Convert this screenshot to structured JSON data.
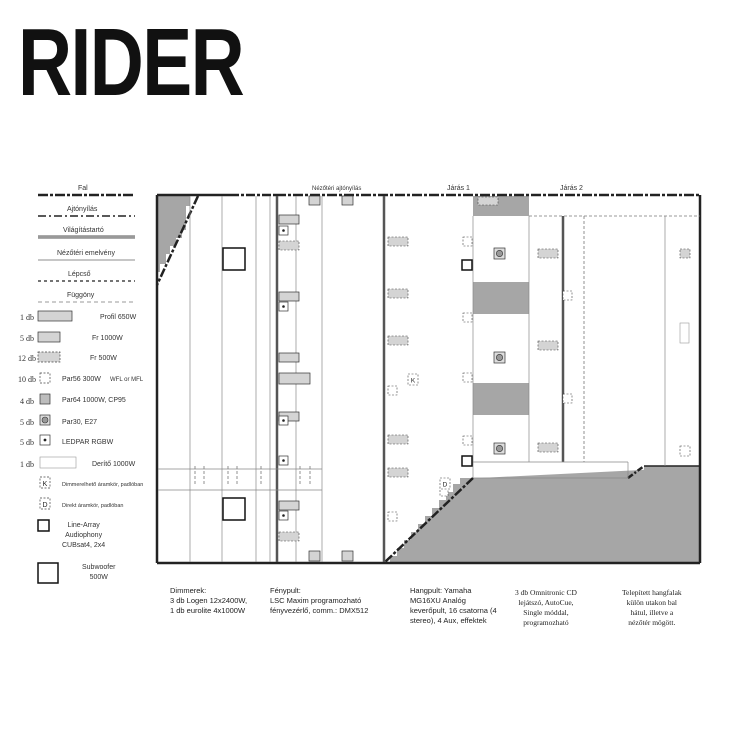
{
  "title": "RIDER",
  "legend": {
    "lines": [
      {
        "label": "Fal"
      },
      {
        "label": "Ajtónyílás"
      },
      {
        "label": "Világítástartó"
      },
      {
        "label": "Nézőtéri emelvény"
      },
      {
        "label": "Lépcső"
      },
      {
        "label": "Függöny"
      }
    ],
    "items": [
      {
        "count": "1 db",
        "label": "Profil 650W",
        "icon": "profile-650w-icon"
      },
      {
        "count": "5 db",
        "label": "Fr 1000W",
        "icon": "fresnel-1000w-icon"
      },
      {
        "count": "12 db",
        "label": "Fr 500W",
        "icon": "fresnel-500w-icon"
      },
      {
        "count": "10 db",
        "label": "Par56 300W",
        "extra": "WFL or MFL",
        "icon": "par56-icon"
      },
      {
        "count": "4 db",
        "label": "Par64 1000W, CP95",
        "icon": "par64-icon"
      },
      {
        "count": "5 db",
        "label": "Par30, E27",
        "icon": "par30-icon"
      },
      {
        "count": "5 db",
        "label": "LEDPAR RGBW",
        "icon": "ledpar-icon"
      },
      {
        "count": "1 db",
        "label": "Derítő 1000W",
        "icon": "floodlight-icon"
      },
      {
        "count": "",
        "label": "Dimmerelhető áramkör, padlóban",
        "symbol": "K",
        "icon": "dimmer-circuit-icon"
      },
      {
        "count": "",
        "label": "Direkt áramkör, padlóban",
        "symbol": "D",
        "icon": "direct-circuit-icon"
      }
    ],
    "line_array": "Line-Array\nAudiophony\nCUBsat4, 2x4",
    "subwoofer": "Subwoofer\n500W"
  },
  "plan": {
    "door_label": "Nézőtéri ajtónyílás",
    "aisle1": "Járás 1",
    "aisle2": "Járás 2",
    "k_symbol": "K",
    "d_symbol": "D"
  },
  "notes": {
    "dimmer": "Dimmerek:\n3 db Logen 12x2400W,\n1 db eurolite 4x1000W",
    "console": "Fénypult:\nLSC Maxim programozható\nfényvezérlő, comm.: DMX512",
    "mixer": "Hangpult: Yamaha\nMG16XU Analóg\nkeverőpult, 16 csatorna (4\nstereo), 4 Aux, effektek",
    "cd": "3 db Omnitronic CD\nlejátszó, AutoCue,\nSingle móddal,\nprogramozható",
    "speakers": "Telepített hangfalak\nkülön utakon bal\nhátul, illetve a\nnézőtér mögött."
  },
  "colors": {
    "fill": "#a6a6a6",
    "line": "#222222",
    "dash": "#888888"
  }
}
